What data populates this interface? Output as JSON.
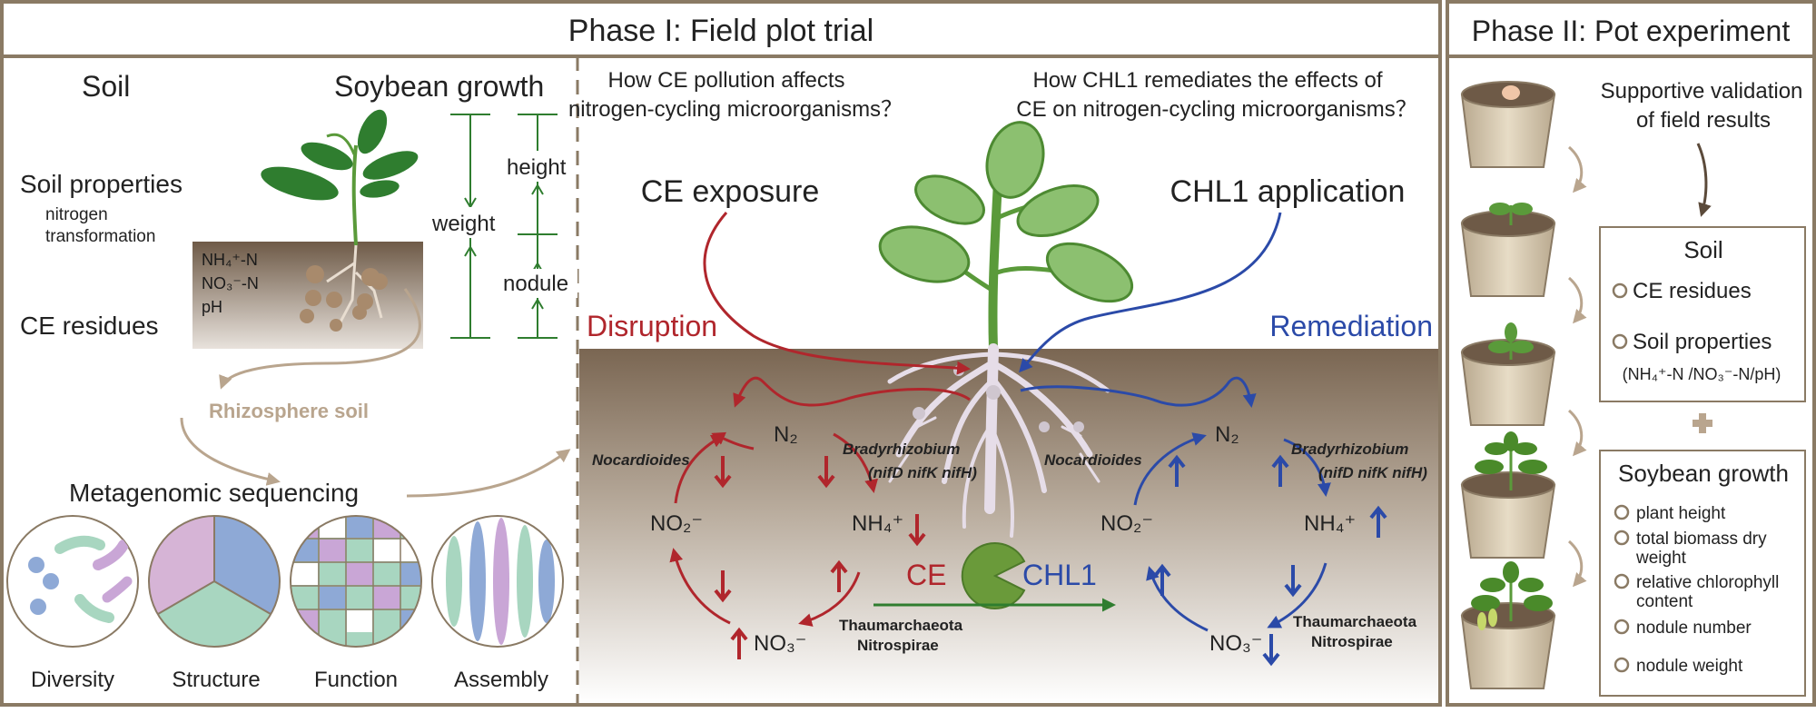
{
  "phase1": {
    "title": "Phase I: Field plot trial",
    "left": {
      "soil_header": "Soil",
      "soybean_header": "Soybean growth",
      "soil_properties": "Soil properties",
      "nitrogen": "nitrogen",
      "transformation": "transformation",
      "nh4": "NH₄⁺-N",
      "no3": "NO₃⁻-N",
      "ph": "pH",
      "ce_residues": "CE residues",
      "height": "height",
      "weight": "weight",
      "nodule": "nodule",
      "rhizosphere": "Rhizosphere soil",
      "metagenomic": "Metagenomic sequencing",
      "circles": [
        "Diversity",
        "Structure",
        "Function",
        "Assembly"
      ]
    },
    "center": {
      "q1_line1": "How CE pollution affects",
      "q1_line2": "nitrogen-cycling microorganisms？",
      "q2_line1": "How CHL1 remediates the effects of",
      "q2_line2": "CE on nitrogen-cycling microorganisms？",
      "ce_exposure": "CE exposure",
      "chl1_application": "CHL1 application",
      "disruption": "Disruption",
      "remediation": "Remediation",
      "n2": "N₂",
      "nh4": "NH₄⁺",
      "no2": "NO₂⁻",
      "no3": "NO₃⁻",
      "nocardioides": "Nocardioides",
      "bradyrhizobium": "Bradyrhizobium",
      "nif_genes": "(nifD nifK nifH)",
      "thaum": "Thaumarchaeota",
      "nitrospirae": "Nitrospirae",
      "ce": "CE",
      "chl1": "CHL1"
    }
  },
  "phase2": {
    "title": "Phase II: Pot experiment",
    "validation_line1": "Supportive validation",
    "validation_line2": "of field results",
    "soil_box": {
      "title": "Soil",
      "items": [
        "CE residues",
        "Soil properties"
      ],
      "sub": "(NH₄⁺-N /NO₃⁻-N/pH)"
    },
    "growth_box": {
      "title": "Soybean growth",
      "items": [
        "plant height",
        "total biomass dry",
        "weight",
        "relative chlorophyll",
        "content",
        "nodule number",
        "nodule weight"
      ]
    }
  },
  "colors": {
    "frame": "#8a7a64",
    "disruption": "#b0262c",
    "remediation": "#2b4aa8",
    "leaf": "#5a9a3a",
    "soil_arrow": "#b9a58e",
    "pot_arrow": "#b9a58e"
  }
}
